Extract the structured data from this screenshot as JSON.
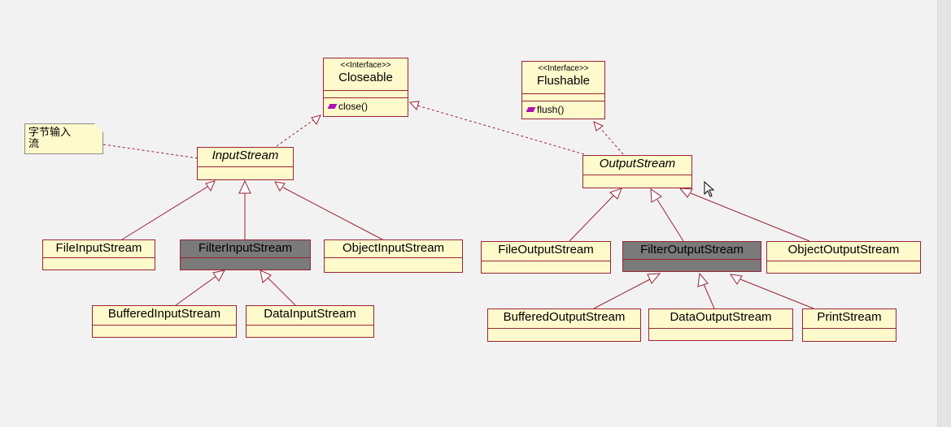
{
  "diagram": {
    "note": {
      "text": "字节输入\n流"
    },
    "classes": {
      "closeable": {
        "stereotype": "<<Interface>>",
        "name": "Closeable",
        "operations": [
          "close()"
        ]
      },
      "flushable": {
        "stereotype": "<<Interface>>",
        "name": "Flushable",
        "operations": [
          "flush()"
        ]
      },
      "input_stream": {
        "name": "InputStream",
        "abstract": true
      },
      "output_stream": {
        "name": "OutputStream",
        "abstract": true
      },
      "file_input_stream": {
        "name": "FileInputStream"
      },
      "filter_input_stream": {
        "name": "FilterInputStream",
        "highlighted": true
      },
      "object_input_stream": {
        "name": "ObjectInputStream"
      },
      "buffered_input_stream": {
        "name": "BufferedInputStream"
      },
      "data_input_stream": {
        "name": "DataInputStream"
      },
      "file_output_stream": {
        "name": "FileOutputStream"
      },
      "filter_output_stream": {
        "name": "FilterOutputStream",
        "highlighted": true
      },
      "object_output_stream": {
        "name": "ObjectOutputStream"
      },
      "buffered_output_stream": {
        "name": "BufferedOutputStream"
      },
      "data_output_stream": {
        "name": "DataOutputStream"
      },
      "print_stream": {
        "name": "PrintStream"
      }
    }
  },
  "colors": {
    "class_fill": "#fffacc",
    "class_border": "#9b2335",
    "highlighted_fill": "#7a7a7a",
    "edge": "#9b2335",
    "background": "#f2f2f2"
  }
}
